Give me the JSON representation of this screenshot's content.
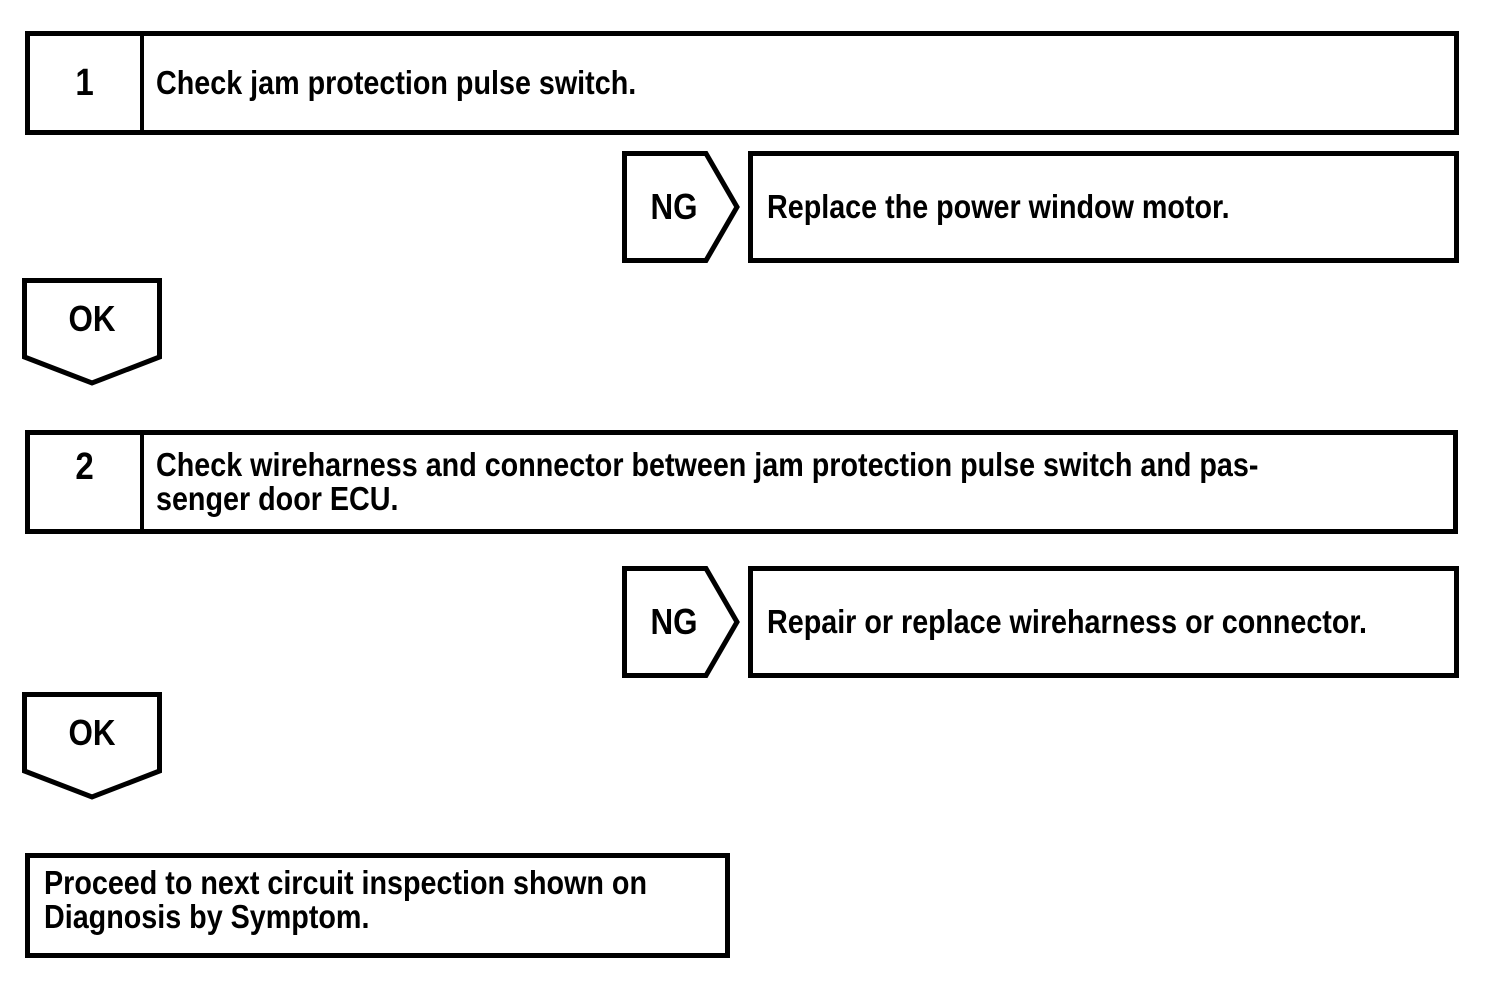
{
  "colors": {
    "ink": "#000000",
    "paper": "#ffffff"
  },
  "flowchart": {
    "steps": [
      {
        "number": "1",
        "lines": [
          "Check jam protection pulse switch."
        ],
        "ng_label": "NG",
        "ng_result": "Replace the power window motor.",
        "ok_label": "OK"
      },
      {
        "number": "2",
        "lines": [
          "Check wireharness and connector between jam protection pulse switch and pas-",
          "senger door ECU."
        ],
        "ng_label": "NG",
        "ng_result": "Repair or replace wireharness or connector.",
        "ok_label": "OK"
      }
    ],
    "final": {
      "lines": [
        "Proceed to next circuit inspection shown on",
        "Diagnosis by Symptom."
      ]
    }
  }
}
